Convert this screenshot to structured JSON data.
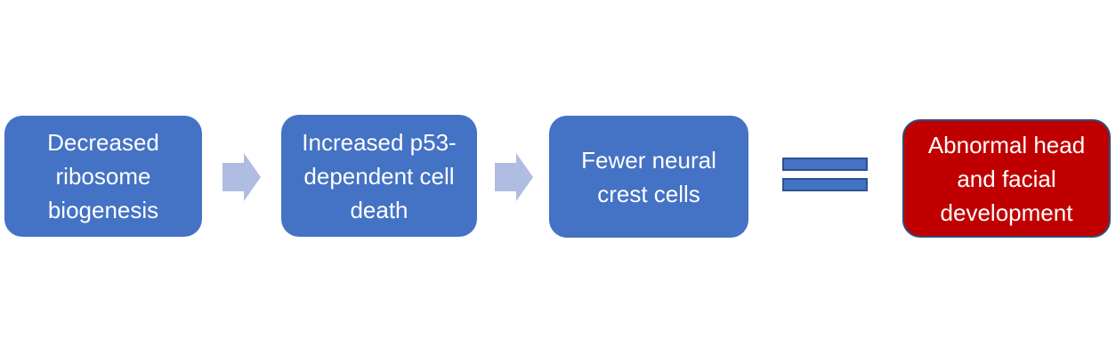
{
  "colors": {
    "node_fill": "#4472C4",
    "node_text": "#FFFFFF",
    "arrow_fill": "#AFBDE3",
    "equals_fill": "#4472C4",
    "equals_border": "#2F528F",
    "result_fill": "#C00000",
    "result_border": "#2E4D7B"
  },
  "flowchart": {
    "nodes": [
      {
        "id": "decreased-ribosome-biogenesis",
        "text": "Decreased\nribosome\nbiogenesis"
      },
      {
        "id": "increased-p53-dependent-cell-death",
        "text": "Increased p53-\ndependent cell\ndeath"
      },
      {
        "id": "fewer-neural-crest-cells",
        "text": "Fewer neural\ncrest cells"
      },
      {
        "id": "abnormal-head-and-facial-development",
        "text": "Abnormal head\nand facial\ndevelopment"
      }
    ],
    "connectors": [
      {
        "type": "arrow-right"
      },
      {
        "type": "arrow-right"
      },
      {
        "type": "equals"
      }
    ]
  }
}
